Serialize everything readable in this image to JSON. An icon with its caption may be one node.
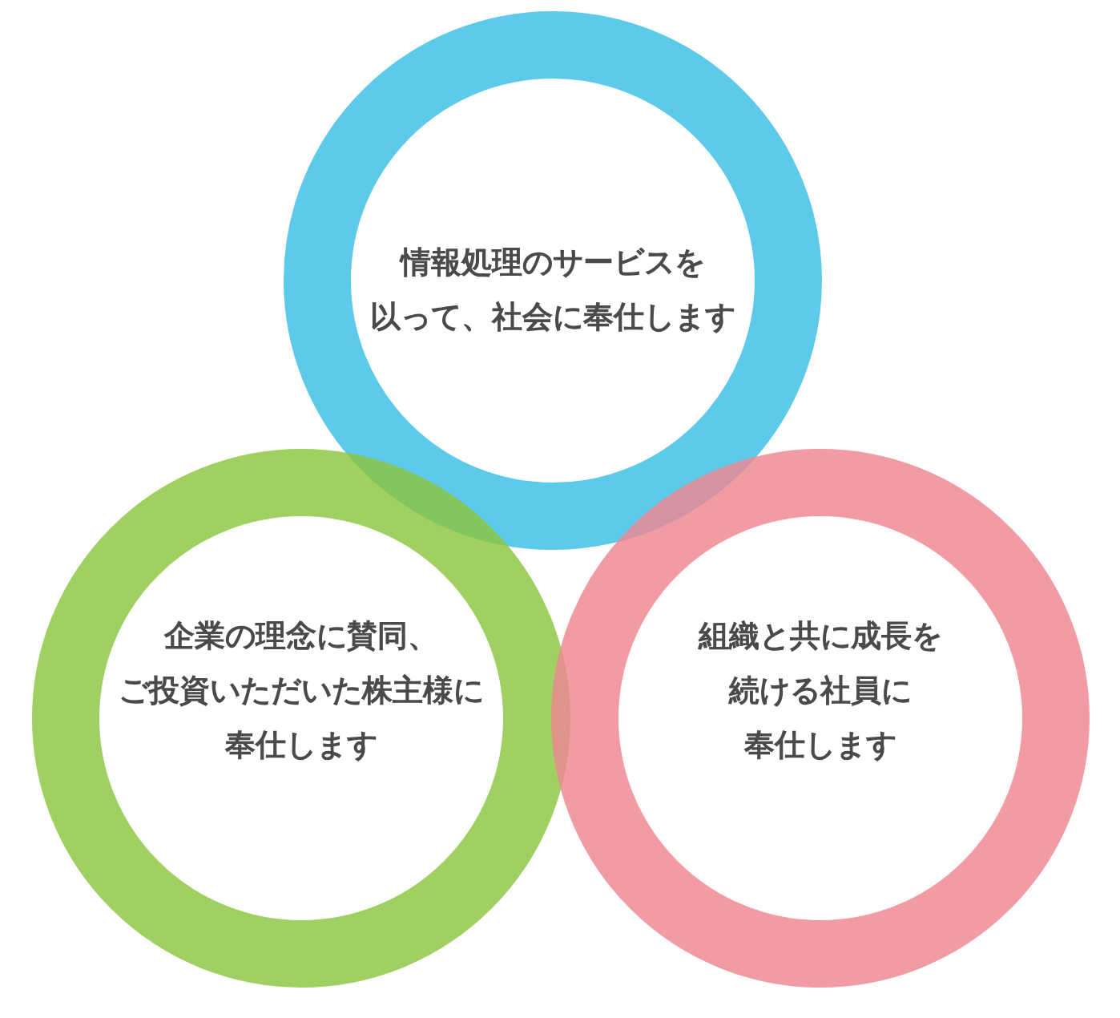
{
  "diagram": {
    "nodes": [
      {
        "text": [
          "情報処理のサービスを以って、社会に奉仕します"
        ]
      },
      {
        "text": [
          "企業の理念に賛同、ご投資いただいた株主様に奉仕します"
        ]
      },
      {
        "text": [
          "組織と共に成長を続ける社員に奉仕します"
        ]
      }
    ]
  }
}
